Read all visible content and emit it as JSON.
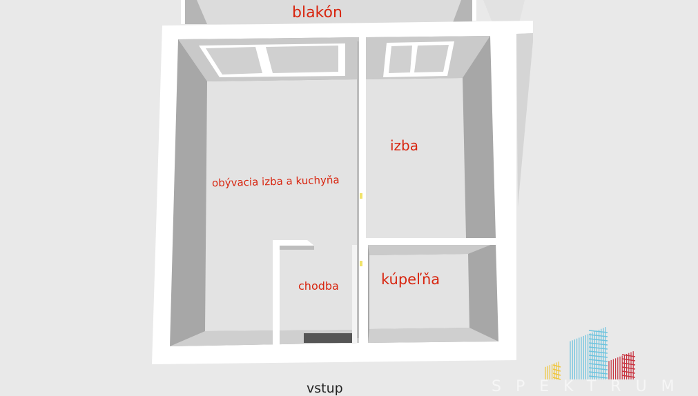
{
  "rooms": {
    "balcony": "blakón",
    "living_kitchen": "obývacia izba a kuchyňa",
    "room": "izba",
    "hallway": "chodba",
    "bathroom": "kúpeľňa",
    "entrance": "vstup"
  },
  "logo": {
    "text": "SPEKTRUM",
    "colors": [
      "#f0c53a",
      "#6cc3de",
      "#c8323f"
    ]
  },
  "colors": {
    "label": "#d8250f",
    "wall_top": "#ffffff",
    "floor": "#e3e3e3",
    "wall_shade": "#a9a9a9"
  }
}
